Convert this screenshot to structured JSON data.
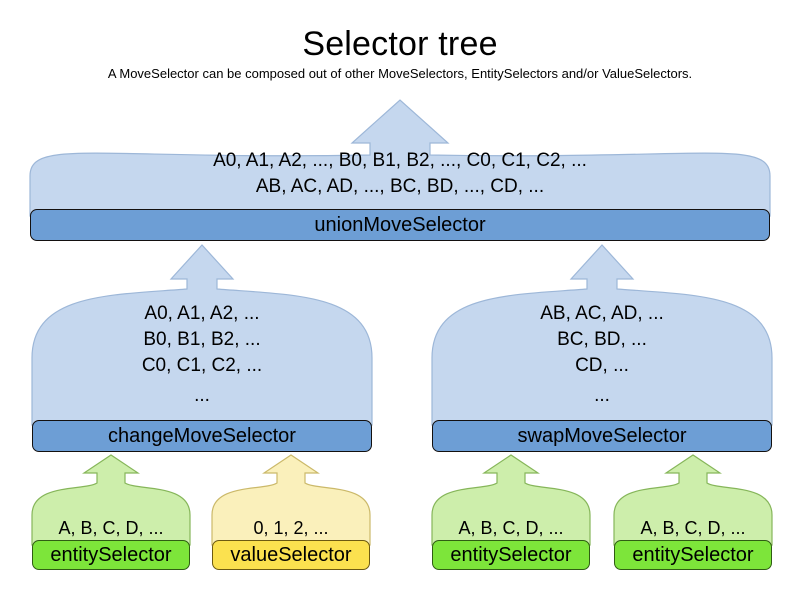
{
  "header": {
    "title": "Selector tree",
    "subtitle": "A MoveSelector can be composed out of other MoveSelectors, EntitySelectors and/or ValueSelectors."
  },
  "colors": {
    "balloon_blue_fill": "#c5d7ee",
    "balloon_blue_stroke": "#9db7d8",
    "bar_blue_fill": "#6d9ed5",
    "bar_blue_stroke": "#13100f",
    "balloon_green_fill": "#cdeeab",
    "balloon_green_stroke": "#86b65a",
    "bar_green_fill": "#7de53a",
    "bar_green_stroke": "#2f5d13",
    "balloon_yellow_fill": "#faf0bb",
    "balloon_yellow_stroke": "#cbb96a",
    "bar_yellow_fill": "#fbe14f",
    "bar_yellow_stroke": "#6d5a11",
    "text": "#000000",
    "background": "#ffffff"
  },
  "nodes": {
    "union": {
      "label": "unionMoveSelector",
      "contents": [
        "A0, A1, A2, ..., B0, B1, B2, ..., C0, C1, C2, ...",
        "AB, AC, AD, ..., BC, BD, ..., CD, ..."
      ]
    },
    "change": {
      "label": "changeMoveSelector",
      "contents": [
        "A0, A1, A2, ...",
        "B0, B1, B2, ...",
        "C0, C1, C2, ...",
        "..."
      ]
    },
    "swap": {
      "label": "swapMoveSelector",
      "contents": [
        "AB, AC, AD, ...",
        "BC, BD, ...",
        "CD, ...",
        "..."
      ]
    },
    "entity1": {
      "label": "entitySelector",
      "contents": [
        "A, B, C, D, ..."
      ]
    },
    "value1": {
      "label": "valueSelector",
      "contents": [
        "0, 1, 2, ..."
      ]
    },
    "entity2": {
      "label": "entitySelector",
      "contents": [
        "A, B, C, D, ..."
      ]
    },
    "entity3": {
      "label": "entitySelector",
      "contents": [
        "A, B, C, D, ..."
      ]
    }
  }
}
